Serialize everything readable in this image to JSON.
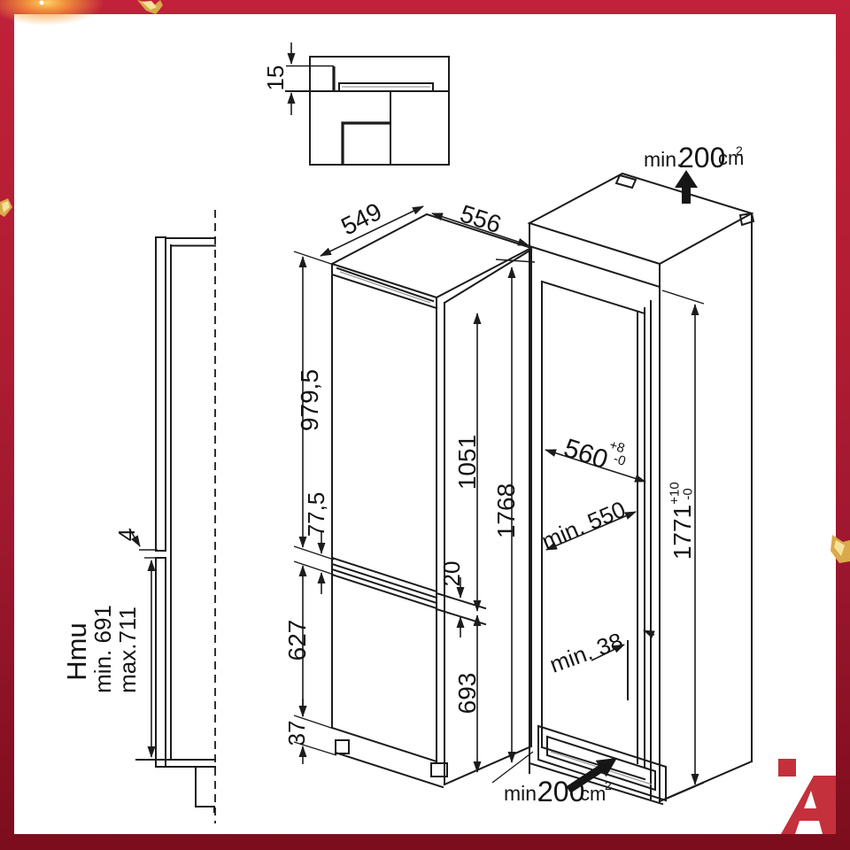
{
  "frame": {
    "top_color": "#c1213a",
    "bottom_color": "#7c0d1c",
    "glow_color": "#f7a13b",
    "confetti_gold": "#d9a94a",
    "confetti_light": "#f6e39b"
  },
  "logo": {
    "letter": "A",
    "accent_color": "#c4303b"
  },
  "top_detail": {
    "recess_depth": "15"
  },
  "side_profile": {
    "door_gap": "4",
    "label_hmu": "Hmu",
    "label_min": "min. 691",
    "label_max": "max.711"
  },
  "appliance": {
    "top_width": "549",
    "top_depth": "556",
    "upper_door_height": "979,5",
    "hinge_gap": "77,5",
    "mid_gap": "20",
    "lower_door_height": "627",
    "plinth_height": "37",
    "upper_section_height": "1051",
    "lower_section_height": "693",
    "total_height": "1768"
  },
  "niche": {
    "top_vent_prefix": "min.",
    "top_vent_value": "200",
    "top_vent_unit": "cm",
    "top_vent_sup": "2",
    "width_value": "560",
    "width_tol_plus": "+8",
    "width_tol_minus": "-0",
    "depth_label": "min. 550",
    "height_value": "1771",
    "height_tol_plus": "+10",
    "height_tol_minus": "-0",
    "rear_clearance": "min. 38",
    "bottom_vent_prefix": "min.",
    "bottom_vent_value": "200",
    "bottom_vent_unit": "cm",
    "bottom_vent_sup": "2"
  }
}
